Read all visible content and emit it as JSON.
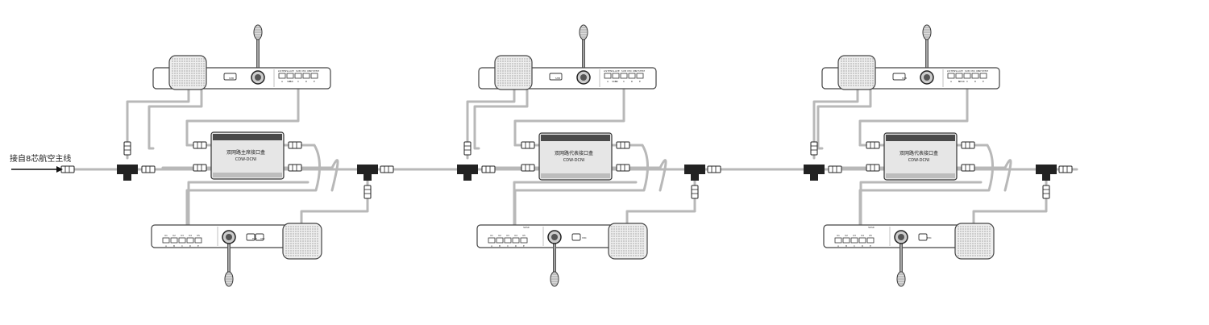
{
  "input_label": "接自8芯航空主线",
  "colors": {
    "cable": "#b8b8b8",
    "device_stroke": "#444444",
    "connector": "#222222",
    "box_fill": "#e6e6e6",
    "box_top": "#4a4a4a"
  },
  "icons": [
    "arrow-right-icon",
    "microphone-icon",
    "speaker-grille-icon",
    "t-connector-icon",
    "plug-icon"
  ],
  "boxes": [
    {
      "title": "双网路主席接口盒",
      "model": "CDW-DCNI"
    },
    {
      "title": "双网路代表接口盒",
      "model": "CDW-DCNI"
    },
    {
      "title": "双网路代表接口盒",
      "model": "CDW-DCNI"
    }
  ],
  "units": [
    {
      "top": {
        "small_button": "SHB",
        "logo": "SKSK",
        "key_labels": [
          "LISTEN",
          "SLAVE",
          "SUB",
          "MIC ON",
          "SYSTEM"
        ],
        "key_sublabels": [
          "A",
          "B",
          "C",
          "D",
          "E"
        ]
      },
      "bottom": {
        "buttons": [
          "EXP",
          "MIC"
        ],
        "key_labels": [
          "01",
          "02",
          "03",
          "04",
          "05"
        ],
        "key_sublabels": [
          "A",
          "B",
          "C",
          "D",
          "E"
        ]
      }
    },
    {
      "top": {
        "small_button": "SHB",
        "logo": "SKSK",
        "key_labels": [
          "LISTEN",
          "SLAVE",
          "SUB",
          "MIC ON",
          "SYSTEM"
        ],
        "key_sublabels": [
          "A",
          "B",
          "C",
          "D",
          "E"
        ]
      },
      "bottom": {
        "buttons": [
          "MIC"
        ],
        "logo": "SKSK",
        "key_labels": [
          "01",
          "02",
          "03",
          "04",
          "05"
        ],
        "key_sublabels": [
          "A",
          "B",
          "C",
          "D",
          "E"
        ]
      }
    },
    {
      "top": {
        "small_button": "SHB",
        "logo": "SKSK",
        "key_labels": [
          "LISTEN",
          "SLAVE",
          "SUB",
          "MIC ON",
          "SYSTEM"
        ],
        "key_sublabels": [
          "A",
          "B",
          "C",
          "D",
          "E"
        ]
      },
      "bottom": {
        "buttons": [
          "MIC"
        ],
        "logo": "SKSK",
        "key_labels": [
          "01",
          "02",
          "03",
          "04",
          "05"
        ],
        "key_sublabels": [
          "A",
          "B",
          "C",
          "D",
          "E"
        ]
      }
    }
  ]
}
